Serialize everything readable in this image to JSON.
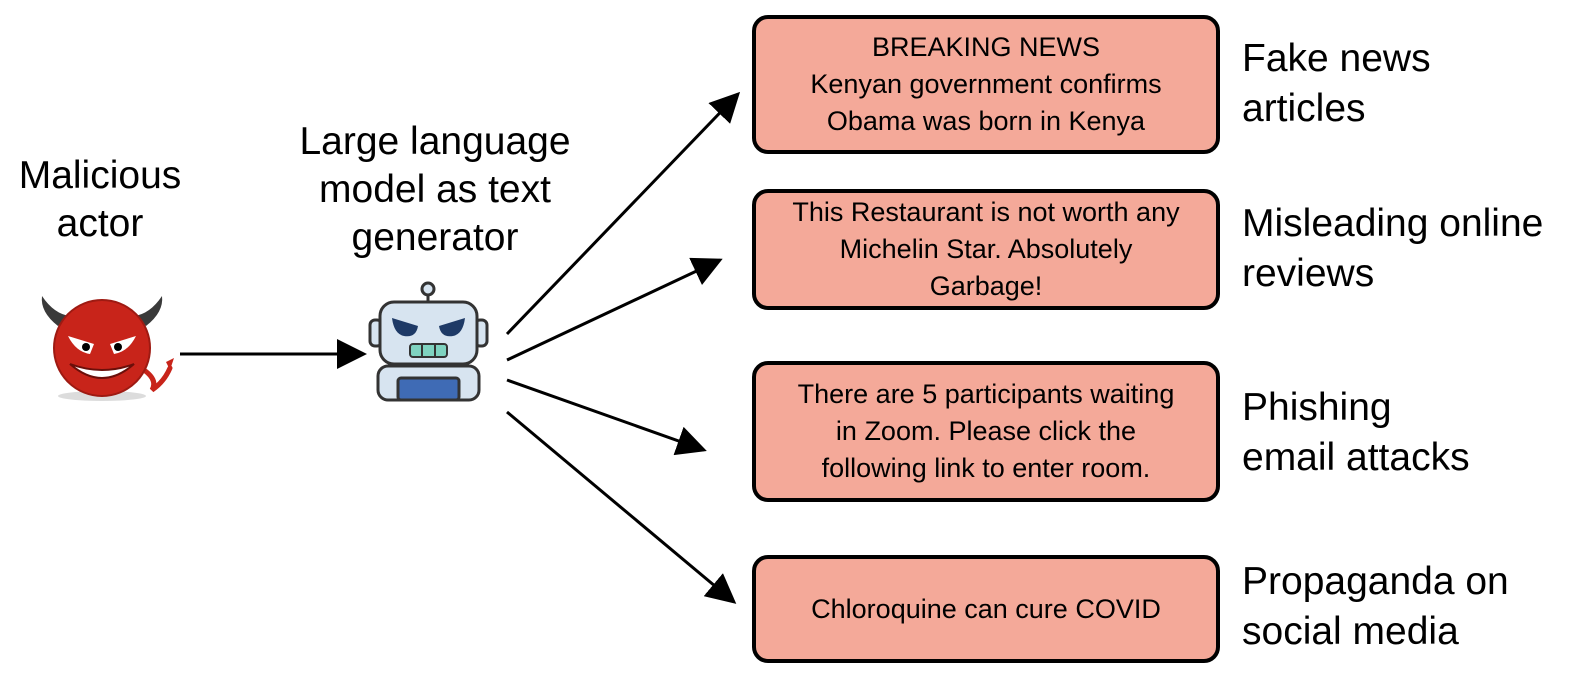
{
  "actor": {
    "label": "Malicious\nactor",
    "icon": "devil-icon"
  },
  "llm": {
    "label": "Large language\nmodel as text\ngenerator",
    "icon": "robot-icon"
  },
  "outputs": [
    {
      "text": "BREAKING NEWS\nKenyan government confirms\nObama was born in Kenya",
      "category": "Fake news\narticles"
    },
    {
      "text": "This Restaurant is not worth any\nMichelin Star. Absolutely\nGarbage!",
      "category": "Misleading online\nreviews"
    },
    {
      "text": "There are 5 participants waiting\nin Zoom. Please click the\nfollowing link to enter room.",
      "category": "Phishing\nemail attacks"
    },
    {
      "text": "Chloroquine can cure COVID",
      "category": "Propaganda on\nsocial media"
    }
  ],
  "colors": {
    "box_fill": "#f4a999",
    "devil_red": "#c8241a",
    "robot_body": "#d7e4f0",
    "robot_eyes": "#1e3a66",
    "robot_teeth": "#7fd3c0",
    "robot_chest": "#3f6bb5"
  }
}
